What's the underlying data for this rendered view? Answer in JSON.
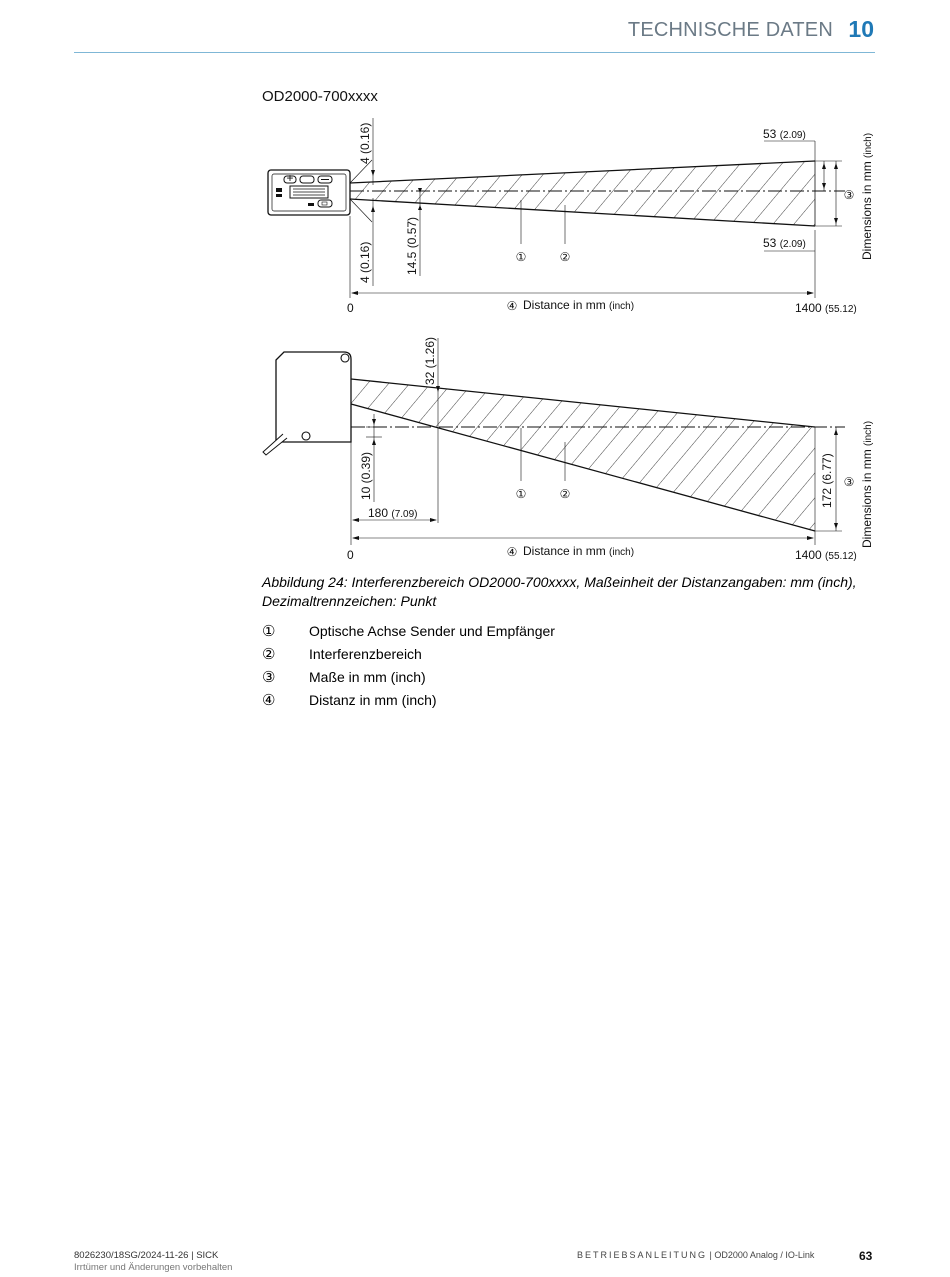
{
  "header": {
    "section_title": "TECHNISCHE DATEN",
    "chapter_number": "10"
  },
  "figure": {
    "heading": "OD2000-700xxxx",
    "top": {
      "dim_4_top": "4 (0.16)",
      "dim_4_bottom": "4 (0.16)",
      "dim_14_5": "14.5 (0.57)",
      "dim_53_top_mm": "53",
      "dim_53_top_in": "(2.09)",
      "dim_53_bottom_mm": "53",
      "dim_53_bottom_in": "(2.09)",
      "marker_1": "①",
      "marker_2": "②",
      "marker_3": "③",
      "marker_4": "④",
      "distance_label": "Distance in mm",
      "distance_unit": "(inch)",
      "axis_zero": "0",
      "axis_end_mm": "1400",
      "axis_end_in": "(55.12)",
      "dimensions_label": "Dimensions in mm",
      "dimensions_unit": "(inch)"
    },
    "bottom": {
      "dim_32": "32 (1.26)",
      "dim_10": "10 (0.39)",
      "dim_180_mm": "180",
      "dim_180_in": "(7.09)",
      "dim_172": "172 (6.77)",
      "marker_1": "①",
      "marker_2": "②",
      "marker_3": "③",
      "marker_4": "④",
      "distance_label": "Distance in mm",
      "distance_unit": "(inch)",
      "axis_zero": "0",
      "axis_end_mm": "1400",
      "axis_end_in": "(55.12)",
      "dimensions_label": "Dimensions in mm",
      "dimensions_unit": "(inch)"
    }
  },
  "caption": "Abbildung 24: Interferenzbereich OD2000-700xxxx, Maßeinheit der Distanzangaben: mm (inch), Dezimaltrennzeichen: Punkt",
  "legend": [
    {
      "num": "①",
      "text": "Optische Achse Sender und Empfänger"
    },
    {
      "num": "②",
      "text": "Interferenzbereich"
    },
    {
      "num": "③",
      "text": "Maße in mm (inch)"
    },
    {
      "num": "④",
      "text": "Distanz in mm (inch)"
    }
  ],
  "footer": {
    "doc_number": "8026230/18SG/2024-11-26 | SICK",
    "disclaimer": "Irrtümer und Änderungen vorbehalten",
    "manual_type": "BETRIEBSANLEITUNG",
    "product": " | OD2000 Analog / IO-Link",
    "page_number": "63"
  }
}
